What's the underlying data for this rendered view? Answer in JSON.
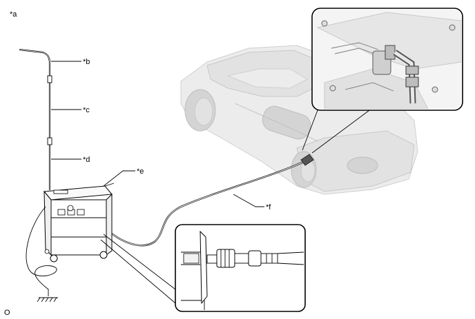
{
  "labels": {
    "a": "*a",
    "b": "*b",
    "c": "*c",
    "d": "*d",
    "e": "*e",
    "f": "*f",
    "code": "O"
  }
}
